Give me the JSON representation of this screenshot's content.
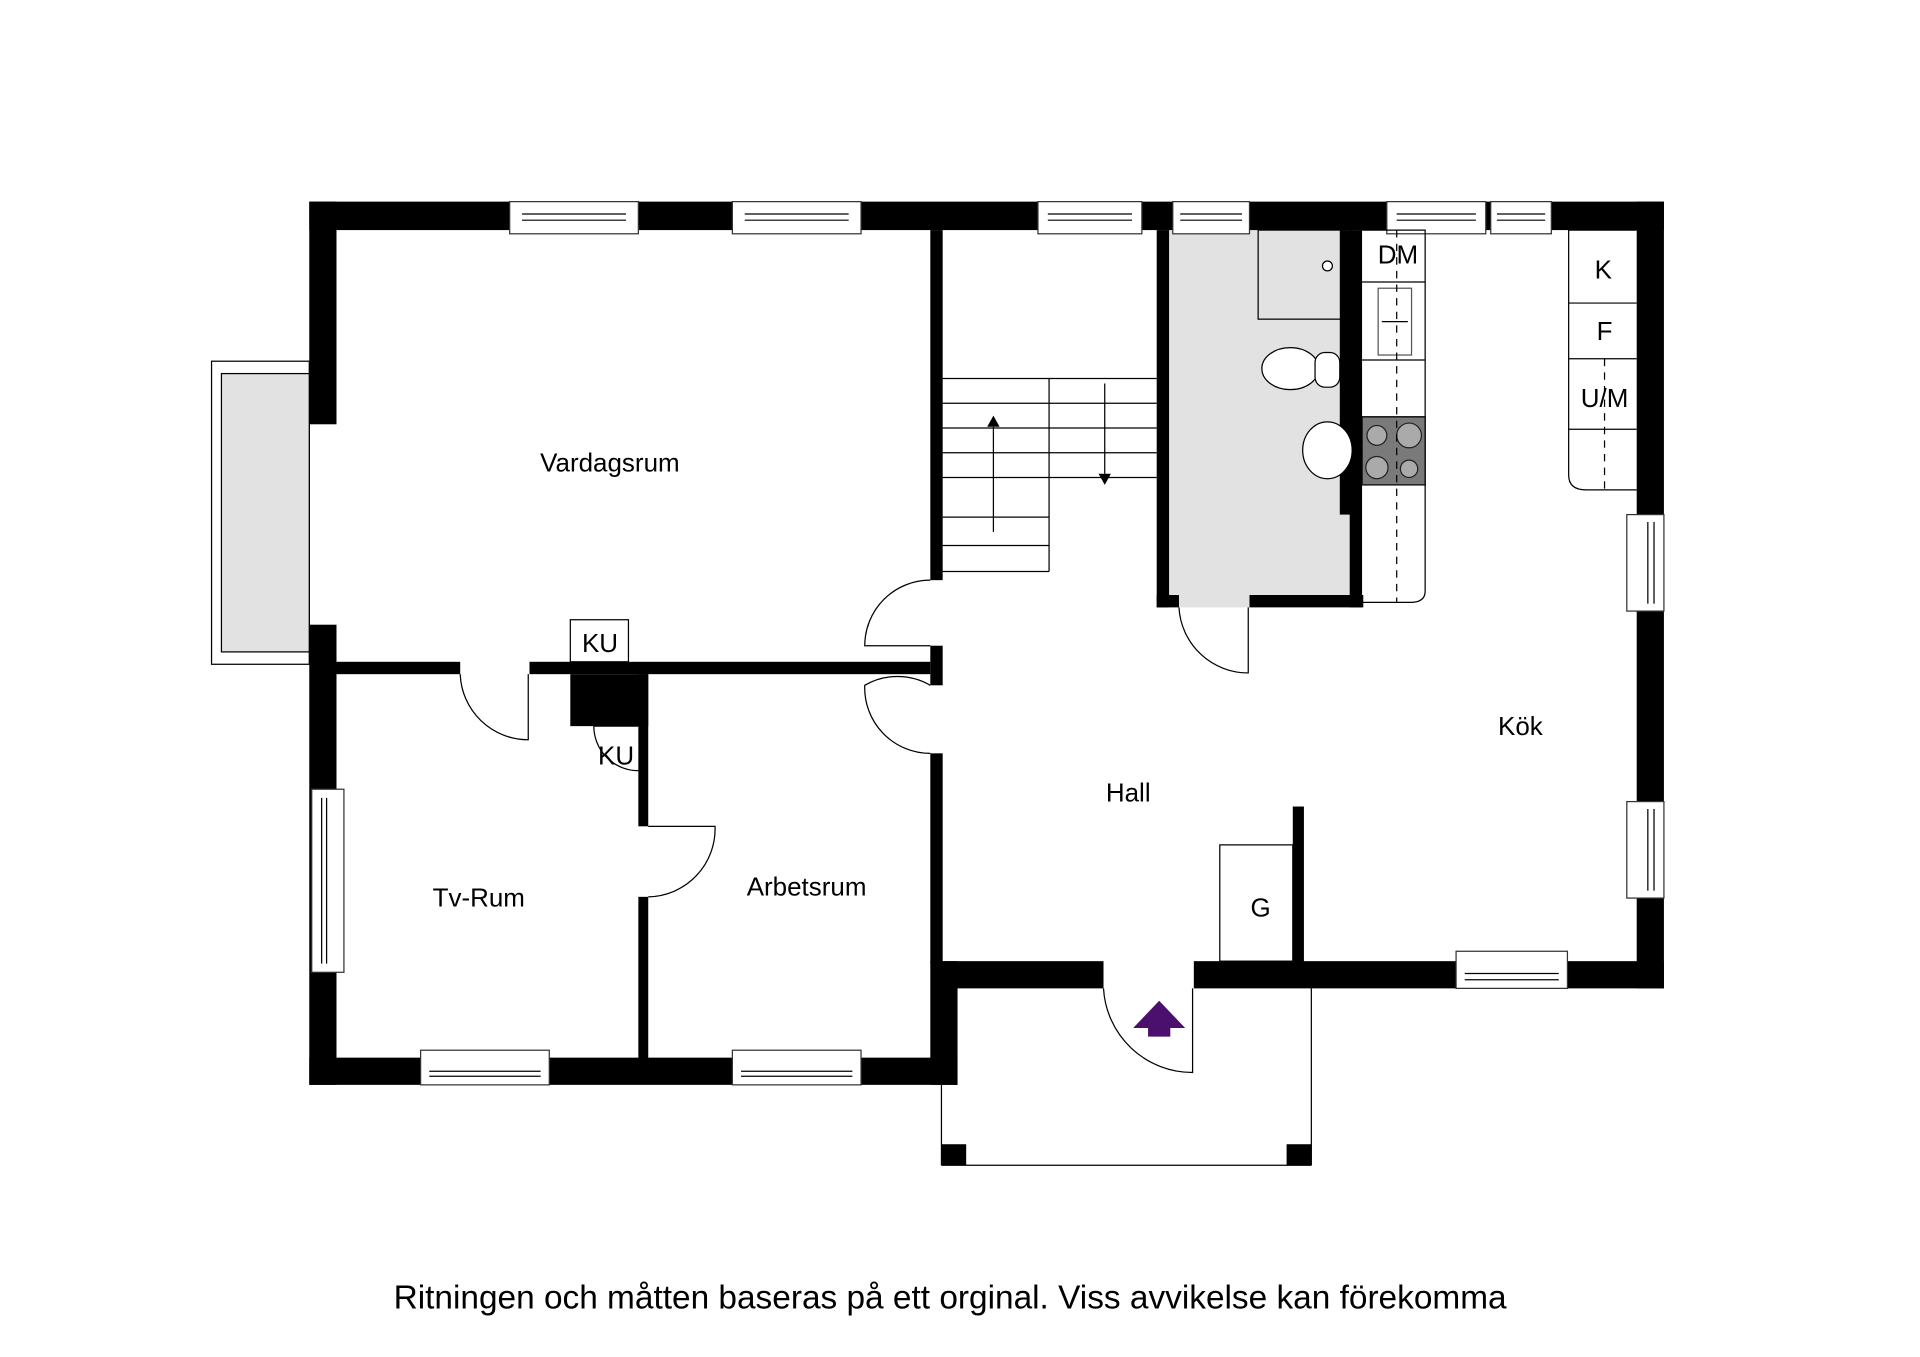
{
  "floor_plan": {
    "rooms": [
      {
        "id": "vardagsrum",
        "label": "Vardagsrum"
      },
      {
        "id": "tv-rum",
        "label": "Tv-Rum"
      },
      {
        "id": "arbetsrum",
        "label": "Arbetsrum"
      },
      {
        "id": "hall",
        "label": "Hall"
      },
      {
        "id": "kok",
        "label": "Kök"
      }
    ],
    "fixtures": {
      "ku_top": "KU",
      "ku_bottom": "KU",
      "wardrobe": "G",
      "dishwasher": "DM",
      "fridge": "K",
      "freezer": "F",
      "oven_micro": "U/M"
    },
    "entrance_arrow_color": "#4b0f6e",
    "floor_gray": "#e2e2e2",
    "stove_gray": "#7a7a7a"
  },
  "caption": "Ritningen och måtten baseras på ett orginal. Viss avvikelse kan förekomma"
}
